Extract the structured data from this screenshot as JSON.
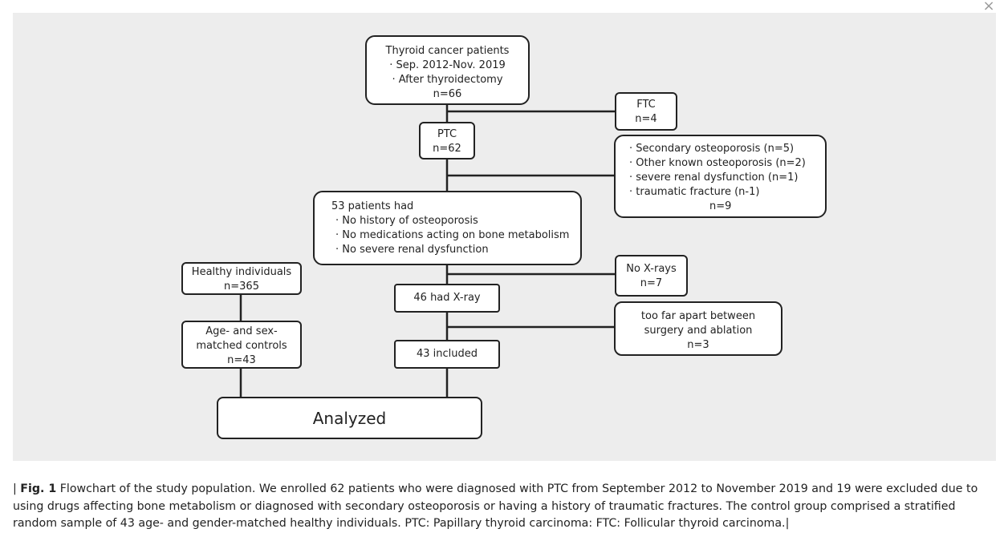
{
  "close_glyph": "×",
  "figure": {
    "top_box": {
      "title": "Thyroid cancer patients",
      "bullets": [
        "Sep. 2012-Nov. 2019",
        "After thyroidectomy"
      ],
      "count": "n=66"
    },
    "ftc_box": {
      "label": "FTC",
      "count": "n=4"
    },
    "ptc_box": {
      "label": "PTC",
      "count": "n=62"
    },
    "exclusion_box": {
      "bullets": [
        "Secondary osteoporosis (n=5)",
        "Other known osteoporosis (n=2)",
        "severe renal dysfunction (n=1)",
        "traumatic fracture (n-1)"
      ],
      "count": "n=9"
    },
    "eligible_box": {
      "title": "53 patients had",
      "bullets": [
        "No history of osteoporosis",
        "No medications acting on  bone metabolism",
        "No severe renal dysfunction"
      ]
    },
    "no_xray_box": {
      "label": "No X-rays",
      "count": "n=7"
    },
    "xray_box": {
      "label": "46 had X-ray"
    },
    "too_far_box": {
      "lines": [
        "too far apart between",
        "surgery and ablation"
      ],
      "count": "n=3"
    },
    "included_box": {
      "label": "43 included"
    },
    "healthy_box": {
      "label": "Healthy individuals",
      "count": "n=365"
    },
    "controls_box": {
      "lines": [
        "Age- and sex-",
        "matched controls"
      ],
      "count": "n=43"
    },
    "analyzed_box": {
      "label": "Analyzed"
    }
  },
  "caption": {
    "leading_bar": "|",
    "fig_label": "Fig. 1",
    "text": "Flowchart of the study population. We enrolled 62 patients who were diagnosed with PTC from September 2012 to November 2019 and 19 were excluded due to using drugs affecting bone metabolism or diagnosed with secondary osteoporosis or having a history of traumatic fractures. The control group comprised a stratified random sample of 43 age- and gender-matched healthy individuals. PTC: Papillary thyroid carcinoma: FTC: Follicular thyroid carcinoma.",
    "trailing_bar": "|"
  }
}
